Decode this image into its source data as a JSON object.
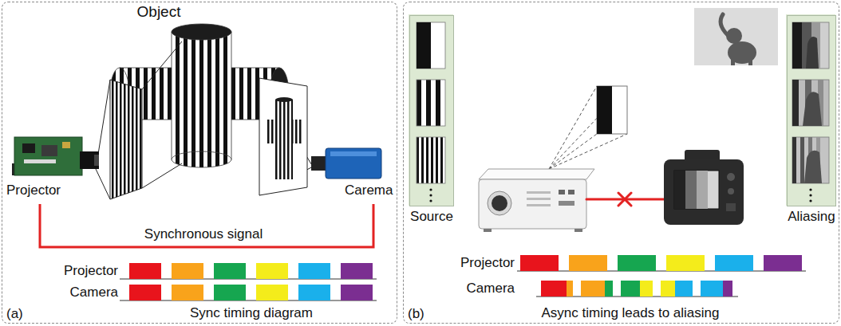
{
  "diagram": {
    "nodes": [
      {
        "text": [
          "(a)"
        ]
      },
      {
        "text": [
          "(b)"
        ]
      },
      {
        "text": [
          "Source"
        ],
        "in": 1
      },
      {
        "text": [
          "Aliasing"
        ],
        "in": 1
      }
    ],
    "labels": [
      "Object",
      "Projector",
      "Carema",
      "Synchronous signal",
      "Projector",
      "Camera",
      "Sync timing diagram",
      "Projector",
      "Camera",
      "Async timing leads to aliasing"
    ]
  }
}
